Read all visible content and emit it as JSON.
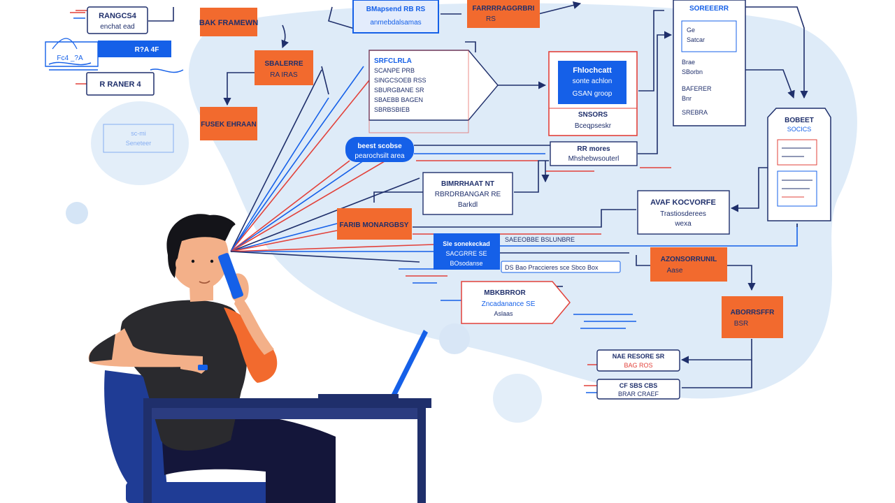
{
  "colors": {
    "navy": "#1f2f6b",
    "blue": "#1560e8",
    "orange": "#f26a2e",
    "red": "#e2413a",
    "blob": "#deebf8",
    "shirt": "#2a2a2e",
    "skin": "#f3b089",
    "hair": "#141419"
  },
  "nodes": {
    "ranges": {
      "line1": "RANGCS4",
      "line2": "enchat ead"
    },
    "left_blue_tag": {
      "label": "R?A 4F"
    },
    "ranker": {
      "label": "R RANER 4"
    },
    "left_scribble": {
      "label": "Fc4 _?A"
    },
    "backframe": {
      "label": "BAK FRAMEWN"
    },
    "sbaber": {
      "line1": "SBALERRE",
      "line2": "RA IRAS"
    },
    "fbse": {
      "label": "FUSEK EHRAAN"
    },
    "top_blue": {
      "line1": "BMapsend RB RS",
      "line2": "anmebdalsamas"
    },
    "top_orange": {
      "line1": "FARRRRAGGRBRI",
      "line2": "RS"
    },
    "mid_doc": {
      "title": "SRFCLRLA",
      "rows": [
        "SCANPE PRB",
        "SINGCSOEB RSS",
        "SBURGBANE SR",
        "SBAEBB BAGEN",
        "SBRBSBIEB"
      ]
    },
    "mid_framed": {
      "line1": "Fhlochcatt",
      "line2": "sonte achlon",
      "line3": "GSAN groop",
      "foot1": "SNSORS",
      "foot2": "Bceqpseskr"
    },
    "tall_doc": {
      "header": "SOREEERR",
      "rows": [
        "Ge",
        "Satcar",
        "Brae",
        "SBorbn",
        "BAFERER",
        "Bnr",
        "SREBRA"
      ]
    },
    "boeet": {
      "line1": "BOBEET",
      "line2": "SOCICS"
    },
    "pill": {
      "line1": "beest scobse",
      "line2": "pearochsilt area"
    },
    "rr_mores": {
      "line1": "RR mores",
      "line2": "Mhshebwsouterl"
    },
    "mid_box": {
      "line1": "BIMRRHAAT NT",
      "line2": "RBRDRBANGAR RE",
      "line3": "Barkdl"
    },
    "marchbarg": {
      "label": "FARIB MONARGBSY"
    },
    "avar": {
      "line1": "AVAF KOCVORFE",
      "line2": "Trastiosderees",
      "line3": "wexa"
    },
    "blue_box2": {
      "line1": "Sle sonekeckad",
      "line2": "SACGRRE SE",
      "line3": "BOsodanse"
    },
    "inline_texts": [
      "SAEEOBBE BSLUNBRE",
      "DS Bao Praccieres sce Sbco Box"
    ],
    "orange_r": {
      "line1": "AZONSORRUNIL",
      "line2": "Aase"
    },
    "mbtrbeor": {
      "line1": "MBKBRROR",
      "line2": "Zncadanance SE",
      "line3": "Aslaas"
    },
    "orange_rr": {
      "line1": "ABORRSFFR",
      "line2": "BSR"
    },
    "nae": {
      "label": "NAE RESORE SR",
      "sub": "BAG ROS"
    },
    "cbe": {
      "label": "CF SBS CBS",
      "sub": "BRAR CRAEF"
    },
    "faint_card": {
      "line1": "sc-mi",
      "line2": "Seneteer"
    }
  }
}
